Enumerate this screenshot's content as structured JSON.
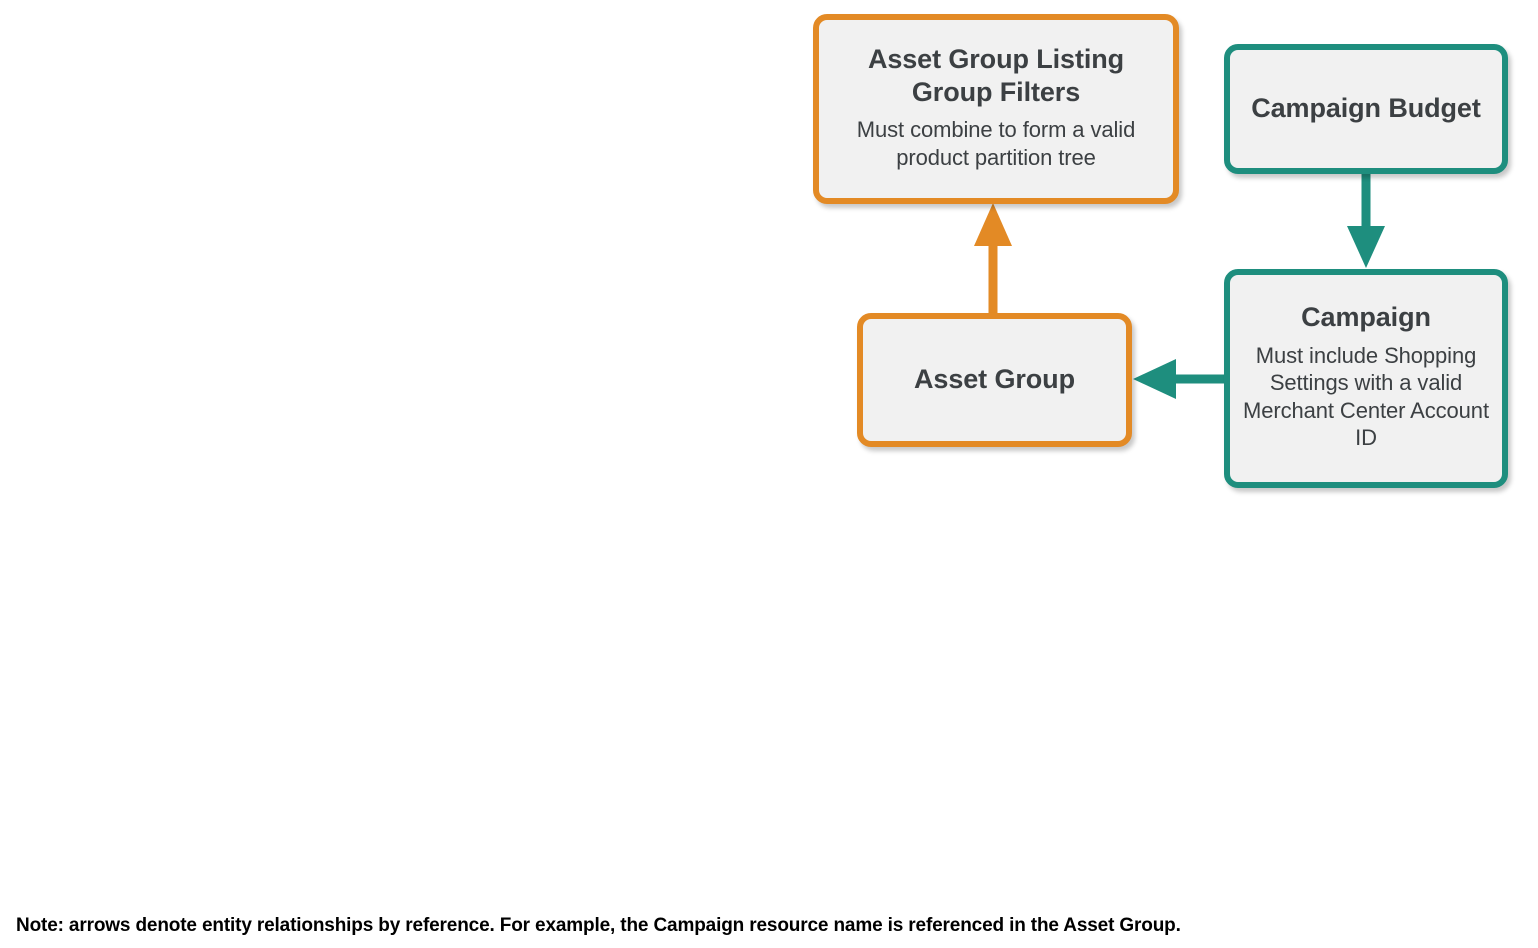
{
  "diagram": {
    "colors": {
      "orange": "#E38A25",
      "teal": "#1E8E7E",
      "node_fill": "#F1F1F1",
      "text": "#3C4043",
      "note_text": "#000000"
    },
    "nodes": [
      {
        "id": "asset-group-listing-group-filters",
        "title": "Asset Group Listing Group Filters",
        "subtitle": "Must combine to form a valid product partition tree",
        "accent": "orange"
      },
      {
        "id": "asset-group",
        "title": "Asset Group",
        "subtitle": "",
        "accent": "orange"
      },
      {
        "id": "campaign-budget",
        "title": "Campaign Budget",
        "subtitle": "",
        "accent": "teal"
      },
      {
        "id": "campaign",
        "title": "Campaign",
        "subtitle": "Must include Shopping Settings with a valid Merchant Center Account ID",
        "accent": "teal"
      }
    ],
    "edges": [
      {
        "id": "asset-group-to-listing-group-filters",
        "from": "asset-group",
        "to": "asset-group-listing-group-filters",
        "direction": "up",
        "color": "orange"
      },
      {
        "id": "campaign-budget-to-campaign",
        "from": "campaign-budget",
        "to": "campaign",
        "direction": "down",
        "color": "teal"
      },
      {
        "id": "campaign-to-asset-group",
        "from": "campaign",
        "to": "asset-group",
        "direction": "left",
        "color": "teal"
      }
    ],
    "note": "Note: arrows denote entity relationships by reference. For example, the Campaign resource name is referenced in the Asset Group."
  }
}
